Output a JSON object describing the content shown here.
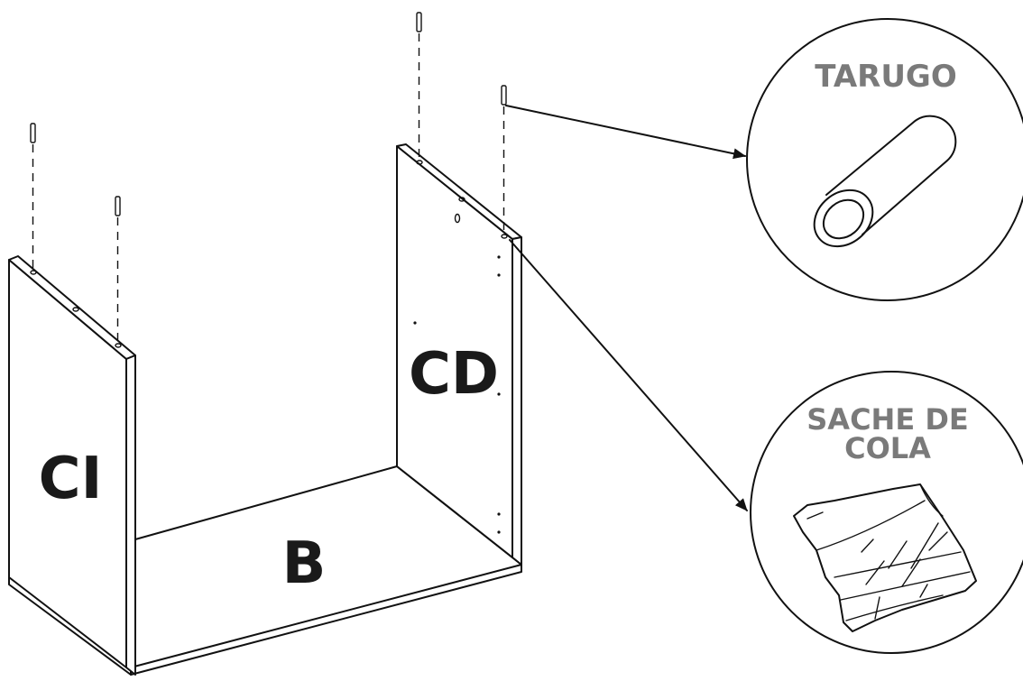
{
  "panels": {
    "left": "CI",
    "right": "CD",
    "bottom": "B"
  },
  "callouts": {
    "dowel": "TARUGO",
    "glue_line1": "SACHE DE",
    "glue_line2": "COLA"
  },
  "colors": {
    "lines": "#111111",
    "callout_text": "#7a7a7a",
    "labels": "#1a1a1a"
  }
}
